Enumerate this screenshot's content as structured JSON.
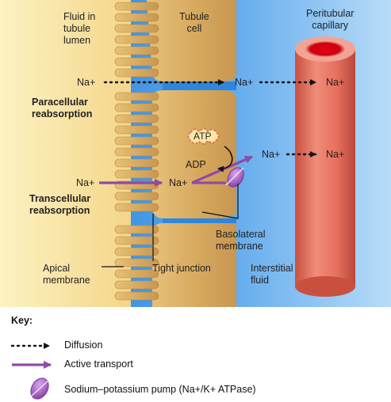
{
  "labels": {
    "lumen": "Fluid in\ntubule\nlumen",
    "tubule_cell": "Tubule\ncell",
    "capillary": "Peritubular\ncapillary",
    "na_para_left": "Na+",
    "na_para_mid": "Na+",
    "na_para_right": "Na+",
    "paracellular": "Paracellular\nreabsorption",
    "atp": "ATP",
    "adp": "ADP",
    "na_trans_left": "Na+",
    "na_trans_cell": "Na+",
    "na_trans_out": "Na+",
    "na_trans_right": "Na+",
    "transcellular": "Transcellular\nreabsorption",
    "basolateral": "Basolateral\nmembrane",
    "apical": "Apical\nmembrane",
    "tight_junction": "Tight junction",
    "interstitial": "Interstitial\nfluid"
  },
  "key": {
    "title": "Key:",
    "diffusion": "Diffusion",
    "active": "Active transport",
    "pump": "Sodium–potassium pump (Na+/K+ ATPase)"
  },
  "colors": {
    "lumen": "#fdf3c0",
    "cell": "#d4a85e",
    "interstitial": "#3a8ee0",
    "capillary": "#e37060",
    "active_transport": "#8f4aa6",
    "pump": "#a262c2"
  }
}
